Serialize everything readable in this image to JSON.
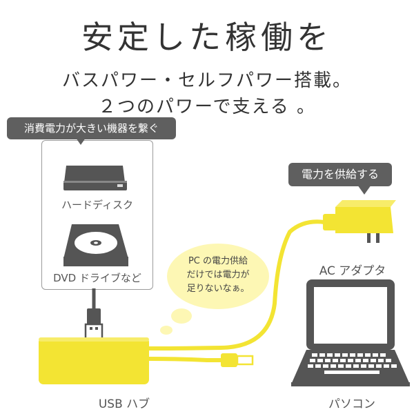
{
  "heading": {
    "title": "安定した稼働を",
    "line1": "バスパワー・セルフパワー搭載。",
    "line2": "２つのパワーで支える 。"
  },
  "callouts": {
    "devices": "消費電力が大きい機器を繋ぐ",
    "power": "電力を供給する"
  },
  "devices": {
    "hdd": "ハードディスク",
    "dvd": "DVD ドライブなど"
  },
  "thought": {
    "line1": "PC の電力供給",
    "line2": "だけでは電力が",
    "line3": "足りないなぁ。"
  },
  "labels": {
    "ac_adapter": "AC アダプタ",
    "usb_hub": "USB ハブ",
    "pc": "パソコン"
  },
  "colors": {
    "accent_yellow": "#f3e433",
    "callout_gray": "#5f5f5f",
    "icon_gray": "#555555",
    "thought_bg": "#fdf7b4"
  },
  "icons": [
    "hard-disk-icon",
    "dvd-drive-icon",
    "ac-adapter-icon",
    "usb-hub-icon",
    "laptop-icon",
    "usb-plug-icon"
  ]
}
